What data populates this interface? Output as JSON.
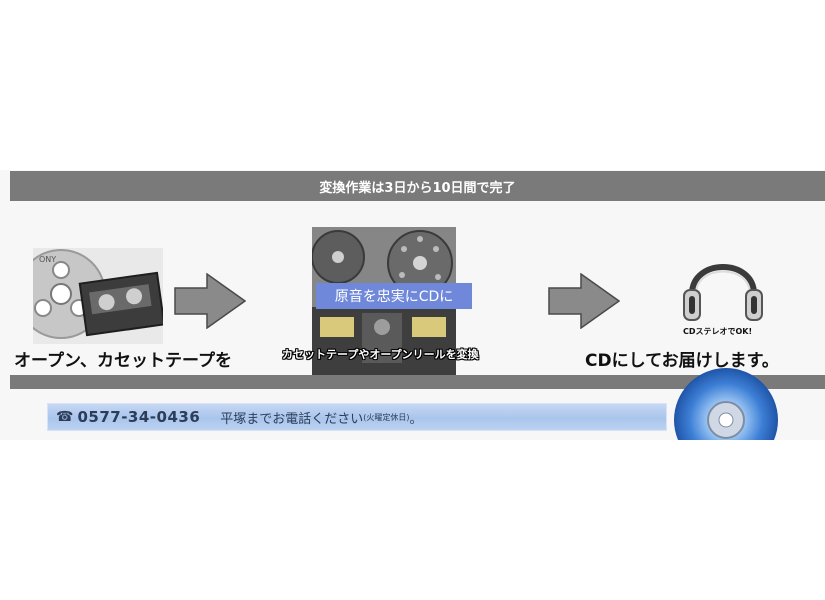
{
  "banner": {
    "header": "変換作業は3日から10日間で完了",
    "steps": [
      {
        "caption": "オープン、カセットテープを"
      },
      {
        "overlay": "原音を忠実にCDに",
        "caption": "カセットテープやオープンリールを変換"
      },
      {
        "note": "CDステレオでOK!",
        "caption": "CDにしてお届けします。"
      }
    ]
  },
  "contact": {
    "phone_icon": "telephone-icon",
    "phone": "0577-34-0436",
    "text": "平塚までお電話ください",
    "note": "(火曜定休日)",
    "tail": "。"
  },
  "colors": {
    "bar": "#7a7a7a",
    "overlay": "#6f88d9",
    "strip": "#a9c5ec"
  }
}
